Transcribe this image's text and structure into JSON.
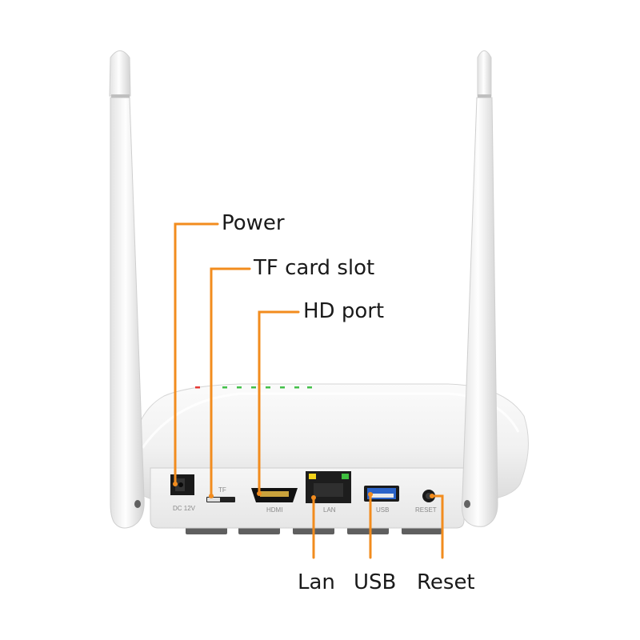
{
  "callouts": {
    "power": "Power",
    "tf_card_slot": "TF card slot",
    "hd_port": "HD port",
    "lan": "Lan",
    "usb": "USB",
    "reset": "Reset"
  },
  "port_labels": {
    "dc": "DC 12V",
    "tf": "TF",
    "hdmi": "HDMI",
    "lan": "LAN",
    "usb": "USB",
    "reset": "RESET"
  },
  "colors": {
    "callout_line": "#f28c1e",
    "led_red": "#e53935",
    "led_green": "#43c04a",
    "lan_led_yellow": "#f2d21b",
    "lan_led_green": "#3fbf3f"
  }
}
